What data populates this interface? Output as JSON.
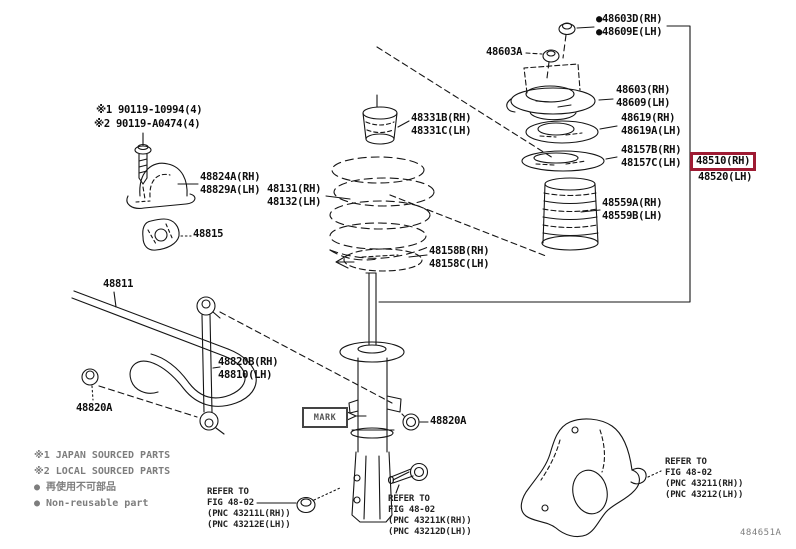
{
  "colors": {
    "highlight": "#9e1b33",
    "muted": "#7d7d7d",
    "ink": "#141414"
  },
  "figure_id": "484651A",
  "callout": {
    "mark": "MARK"
  },
  "notes": {
    "bolt_spec_1": "※1 90119-10994(4)",
    "bolt_spec_2": "※2 90119-A0474(4)"
  },
  "legend": {
    "line1": "※1 JAPAN SOURCED PARTS",
    "line2": "※2 LOCAL SOURCED PARTS",
    "line3": "● 再使用不可部品",
    "line4": "● Non-reusable part"
  },
  "labels": {
    "l48603d": {
      "l1": "●48603D(RH)",
      "l2": "●48609E(LH)"
    },
    "l48603a": {
      "l1": "48603A"
    },
    "l48603": {
      "l1": "48603(RH)",
      "l2": "48609(LH)"
    },
    "l48619": {
      "l1": "48619(RH)",
      "l2": "48619A(LH)"
    },
    "l48157b": {
      "l1": "48157B(RH)",
      "l2": "48157C(LH)"
    },
    "l48510": {
      "l1": "48510(RH)",
      "l2": "48520(LH)"
    },
    "l48559a": {
      "l1": "48559A(RH)",
      "l2": "48559B(LH)"
    },
    "l48331b": {
      "l1": "48331B(RH)",
      "l2": "48331C(LH)"
    },
    "l48131": {
      "l1": "48131(RH)",
      "l2": "48132(LH)"
    },
    "l48824a": {
      "l1": "48824A(RH)",
      "l2": "48829A(LH)"
    },
    "l48815": {
      "l1": "48815"
    },
    "l48811": {
      "l1": "48811"
    },
    "l48820b": {
      "l1": "48820B(RH)",
      "l2": "48810(LH)"
    },
    "l48820a_left": {
      "l1": "48820A"
    },
    "l48820a_right": {
      "l1": "48820A"
    },
    "l48158b": {
      "l1": "48158B(RH)",
      "l2": "48158C(LH)"
    }
  },
  "references": {
    "ref_left": [
      "REFER TO",
      "FIG 48-02",
      "(PNC 43211L(RH))",
      "(PNC 43212E(LH))"
    ],
    "ref_mid": [
      "REFER TO",
      "FIG 48-02",
      "(PNC 43211K(RH))",
      "(PNC 43212D(LH))"
    ],
    "ref_right": [
      "REFER TO",
      "FIG 48-02",
      "(PNC 43211(RH))",
      "(PNC 43212(LH))"
    ]
  }
}
